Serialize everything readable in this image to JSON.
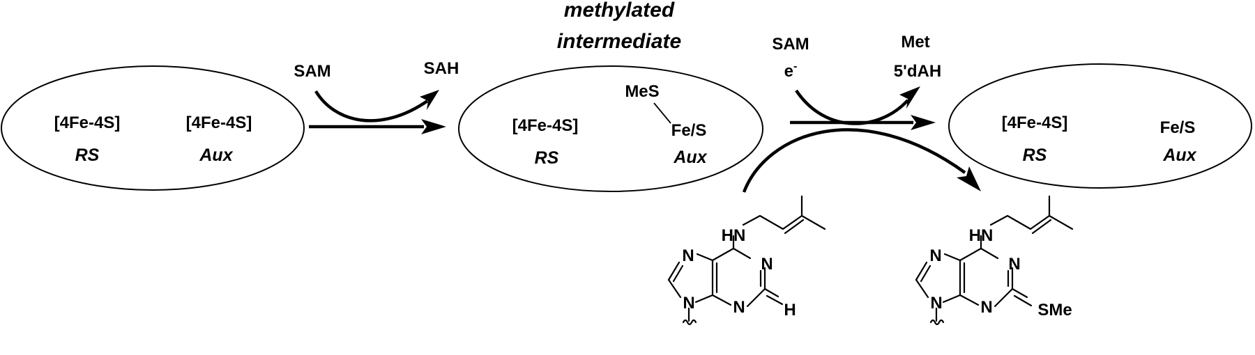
{
  "title": {
    "line1": "methylated",
    "line2": "intermediate"
  },
  "state1": {
    "cluster_rs": "[4Fe-4S]",
    "cluster_aux": "[4Fe-4S]",
    "label_rs": "RS",
    "label_aux": "Aux"
  },
  "state2": {
    "cluster_rs": "[4Fe-4S]",
    "methyl_group": "MeS",
    "cluster_aux": "Fe/S",
    "label_rs": "RS",
    "label_aux": "Aux"
  },
  "state3": {
    "cluster_rs": "[4Fe-4S]",
    "cluster_aux": "Fe/S",
    "label_rs": "RS",
    "label_aux": "Aux"
  },
  "step1": {
    "reactant": "SAM",
    "product": "SAH"
  },
  "step2": {
    "reactant1": "SAM",
    "reactant2": "e",
    "reactant2_superscript": "-",
    "product1": "Met",
    "product2": "5'dAH"
  },
  "substrate": {
    "nh": "HN",
    "n7": "N",
    "n1": "N",
    "n3": "N",
    "n9": "N",
    "c2_substituent": "H"
  },
  "product": {
    "nh": "HN",
    "n7": "N",
    "n1": "N",
    "n3": "N",
    "n9": "N",
    "c2_substituent": "SMe"
  }
}
